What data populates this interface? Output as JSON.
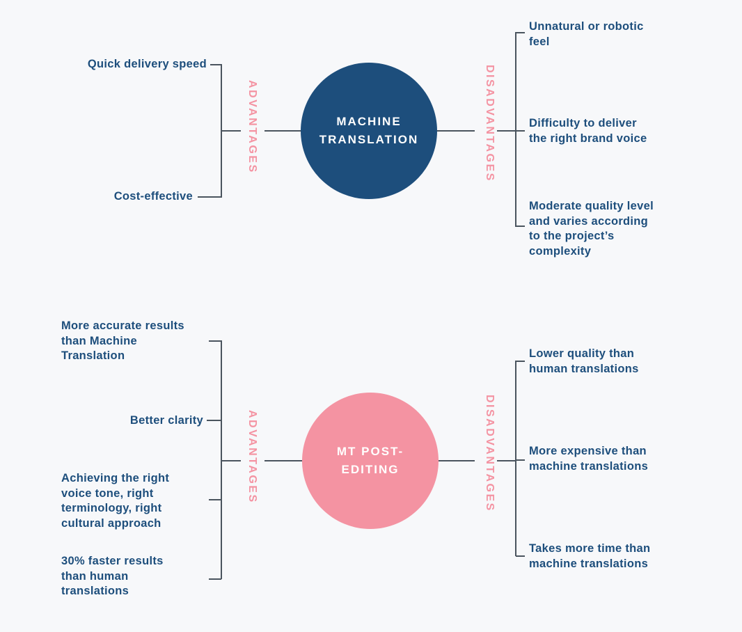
{
  "colors": {
    "background": "#f7f8fa",
    "navy": "#1d4e7c",
    "pink": "#f493a2",
    "line": "#4a545e"
  },
  "sections": [
    {
      "name": "machine-translation",
      "circle_label": "MACHINE\nTRANSLATION",
      "advantages_heading": "ADVANTAGES",
      "disadvantages_heading": "DISADVANTAGES",
      "advantages": [
        "Quick delivery speed",
        "Cost-effective"
      ],
      "disadvantages": [
        "Unnatural or robotic\nfeel",
        "Difficulty to deliver\nthe right brand voice",
        "Moderate quality level\nand varies according\nto the project’s\ncomplexity"
      ]
    },
    {
      "name": "mt-post-editing",
      "circle_label": "MT POST-\nEDITING",
      "advantages_heading": "ADVANTAGES",
      "disadvantages_heading": "DISADVANTAGES",
      "advantages": [
        "More accurate results\nthan Machine\nTranslation",
        "Better clarity",
        "Achieving the right\nvoice tone, right\nterminology, right\ncultural approach",
        "30% faster results\nthan human\ntranslations"
      ],
      "disadvantages": [
        "Lower quality than\nhuman translations",
        "More expensive than\nmachine translations",
        "Takes more time than\nmachine translations"
      ]
    }
  ]
}
